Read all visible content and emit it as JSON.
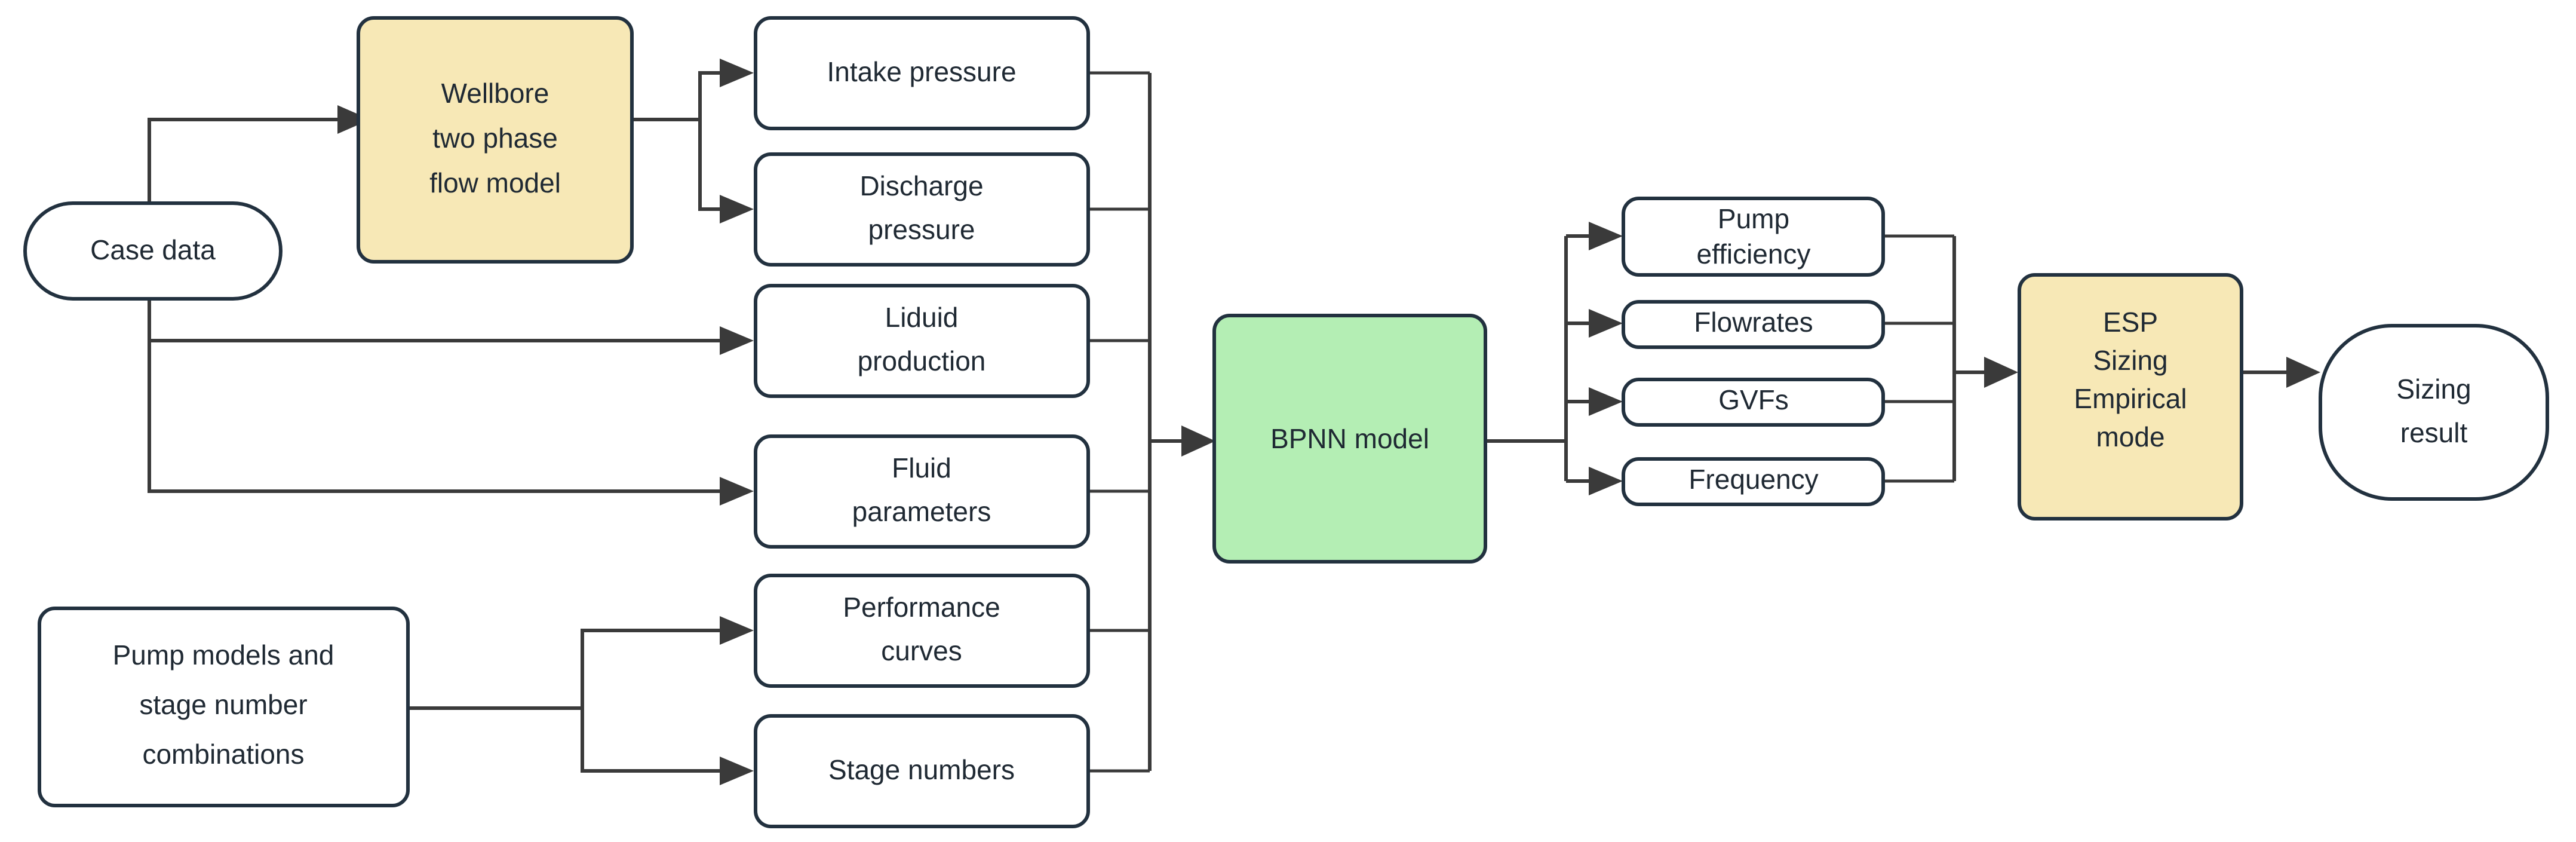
{
  "diagram": {
    "title": "ESP sizing workflow flowchart",
    "colors": {
      "fill_process": "#f7e8b6",
      "fill_model": "#b4eeb4",
      "fill_plain": "#ffffff",
      "stroke": "#22313f",
      "edge": "#3a3a3a",
      "text": "#1f2933"
    }
  },
  "nodes": {
    "case_data": {
      "label": "Case data",
      "shape": "stadium",
      "fill": "#ffffff"
    },
    "pump_models": {
      "label_lines": [
        "Pump models and",
        "stage number",
        "combinations"
      ],
      "shape": "rounded-rect",
      "fill": "#ffffff"
    },
    "wellbore_model": {
      "label_lines": [
        "Wellbore",
        "two phase",
        "flow model"
      ],
      "shape": "rounded-rect",
      "fill": "#f7e8b6"
    },
    "intake_pressure": {
      "label_lines": [
        "Intake pressure"
      ],
      "shape": "rounded-rect",
      "fill": "#ffffff"
    },
    "discharge_pressure": {
      "label_lines": [
        "Discharge",
        "pressure"
      ],
      "shape": "rounded-rect",
      "fill": "#ffffff"
    },
    "liquid_production": {
      "label_lines": [
        "Liduid",
        "production"
      ],
      "shape": "rounded-rect",
      "fill": "#ffffff"
    },
    "fluid_parameters": {
      "label_lines": [
        "Fluid",
        "parameters"
      ],
      "shape": "rounded-rect",
      "fill": "#ffffff"
    },
    "performance_curves": {
      "label_lines": [
        "Performance",
        "curves"
      ],
      "shape": "rounded-rect",
      "fill": "#ffffff"
    },
    "stage_numbers": {
      "label_lines": [
        "Stage numbers"
      ],
      "shape": "rounded-rect",
      "fill": "#ffffff"
    },
    "bpnn_model": {
      "label_lines": [
        "BPNN model"
      ],
      "shape": "rounded-rect",
      "fill": "#b4eeb4"
    },
    "pump_efficiency": {
      "label_lines": [
        "Pump",
        "efficiency"
      ],
      "shape": "rounded-rect",
      "fill": "#ffffff"
    },
    "flowrates": {
      "label_lines": [
        "Flowrates"
      ],
      "shape": "rounded-rect",
      "fill": "#ffffff"
    },
    "gvfs": {
      "label_lines": [
        "GVFs"
      ],
      "shape": "rounded-rect",
      "fill": "#ffffff"
    },
    "frequency": {
      "label_lines": [
        "Frequency"
      ],
      "shape": "rounded-rect",
      "fill": "#ffffff"
    },
    "esp_sizing": {
      "label_lines": [
        "ESP",
        "Sizing",
        "Empirical",
        "mode"
      ],
      "shape": "rounded-rect",
      "fill": "#f7e8b6"
    },
    "sizing_result": {
      "label_lines": [
        "Sizing",
        "result"
      ],
      "shape": "stadium",
      "fill": "#ffffff"
    }
  },
  "edges": [
    {
      "from": "case_data",
      "to": "wellbore_model"
    },
    {
      "from": "case_data",
      "to": "liquid_production"
    },
    {
      "from": "case_data",
      "to": "fluid_parameters"
    },
    {
      "from": "wellbore_model",
      "to": "intake_pressure"
    },
    {
      "from": "wellbore_model",
      "to": "discharge_pressure"
    },
    {
      "from": "pump_models",
      "to": "performance_curves"
    },
    {
      "from": "pump_models",
      "to": "stage_numbers"
    },
    {
      "from": "intake_pressure",
      "to": "bpnn_model"
    },
    {
      "from": "discharge_pressure",
      "to": "bpnn_model"
    },
    {
      "from": "liquid_production",
      "to": "bpnn_model"
    },
    {
      "from": "fluid_parameters",
      "to": "bpnn_model"
    },
    {
      "from": "performance_curves",
      "to": "bpnn_model"
    },
    {
      "from": "stage_numbers",
      "to": "bpnn_model"
    },
    {
      "from": "bpnn_model",
      "to": "pump_efficiency"
    },
    {
      "from": "bpnn_model",
      "to": "flowrates"
    },
    {
      "from": "bpnn_model",
      "to": "gvfs"
    },
    {
      "from": "bpnn_model",
      "to": "frequency"
    },
    {
      "from": "pump_efficiency",
      "to": "esp_sizing"
    },
    {
      "from": "flowrates",
      "to": "esp_sizing"
    },
    {
      "from": "gvfs",
      "to": "esp_sizing"
    },
    {
      "from": "frequency",
      "to": "esp_sizing"
    },
    {
      "from": "esp_sizing",
      "to": "sizing_result"
    }
  ]
}
